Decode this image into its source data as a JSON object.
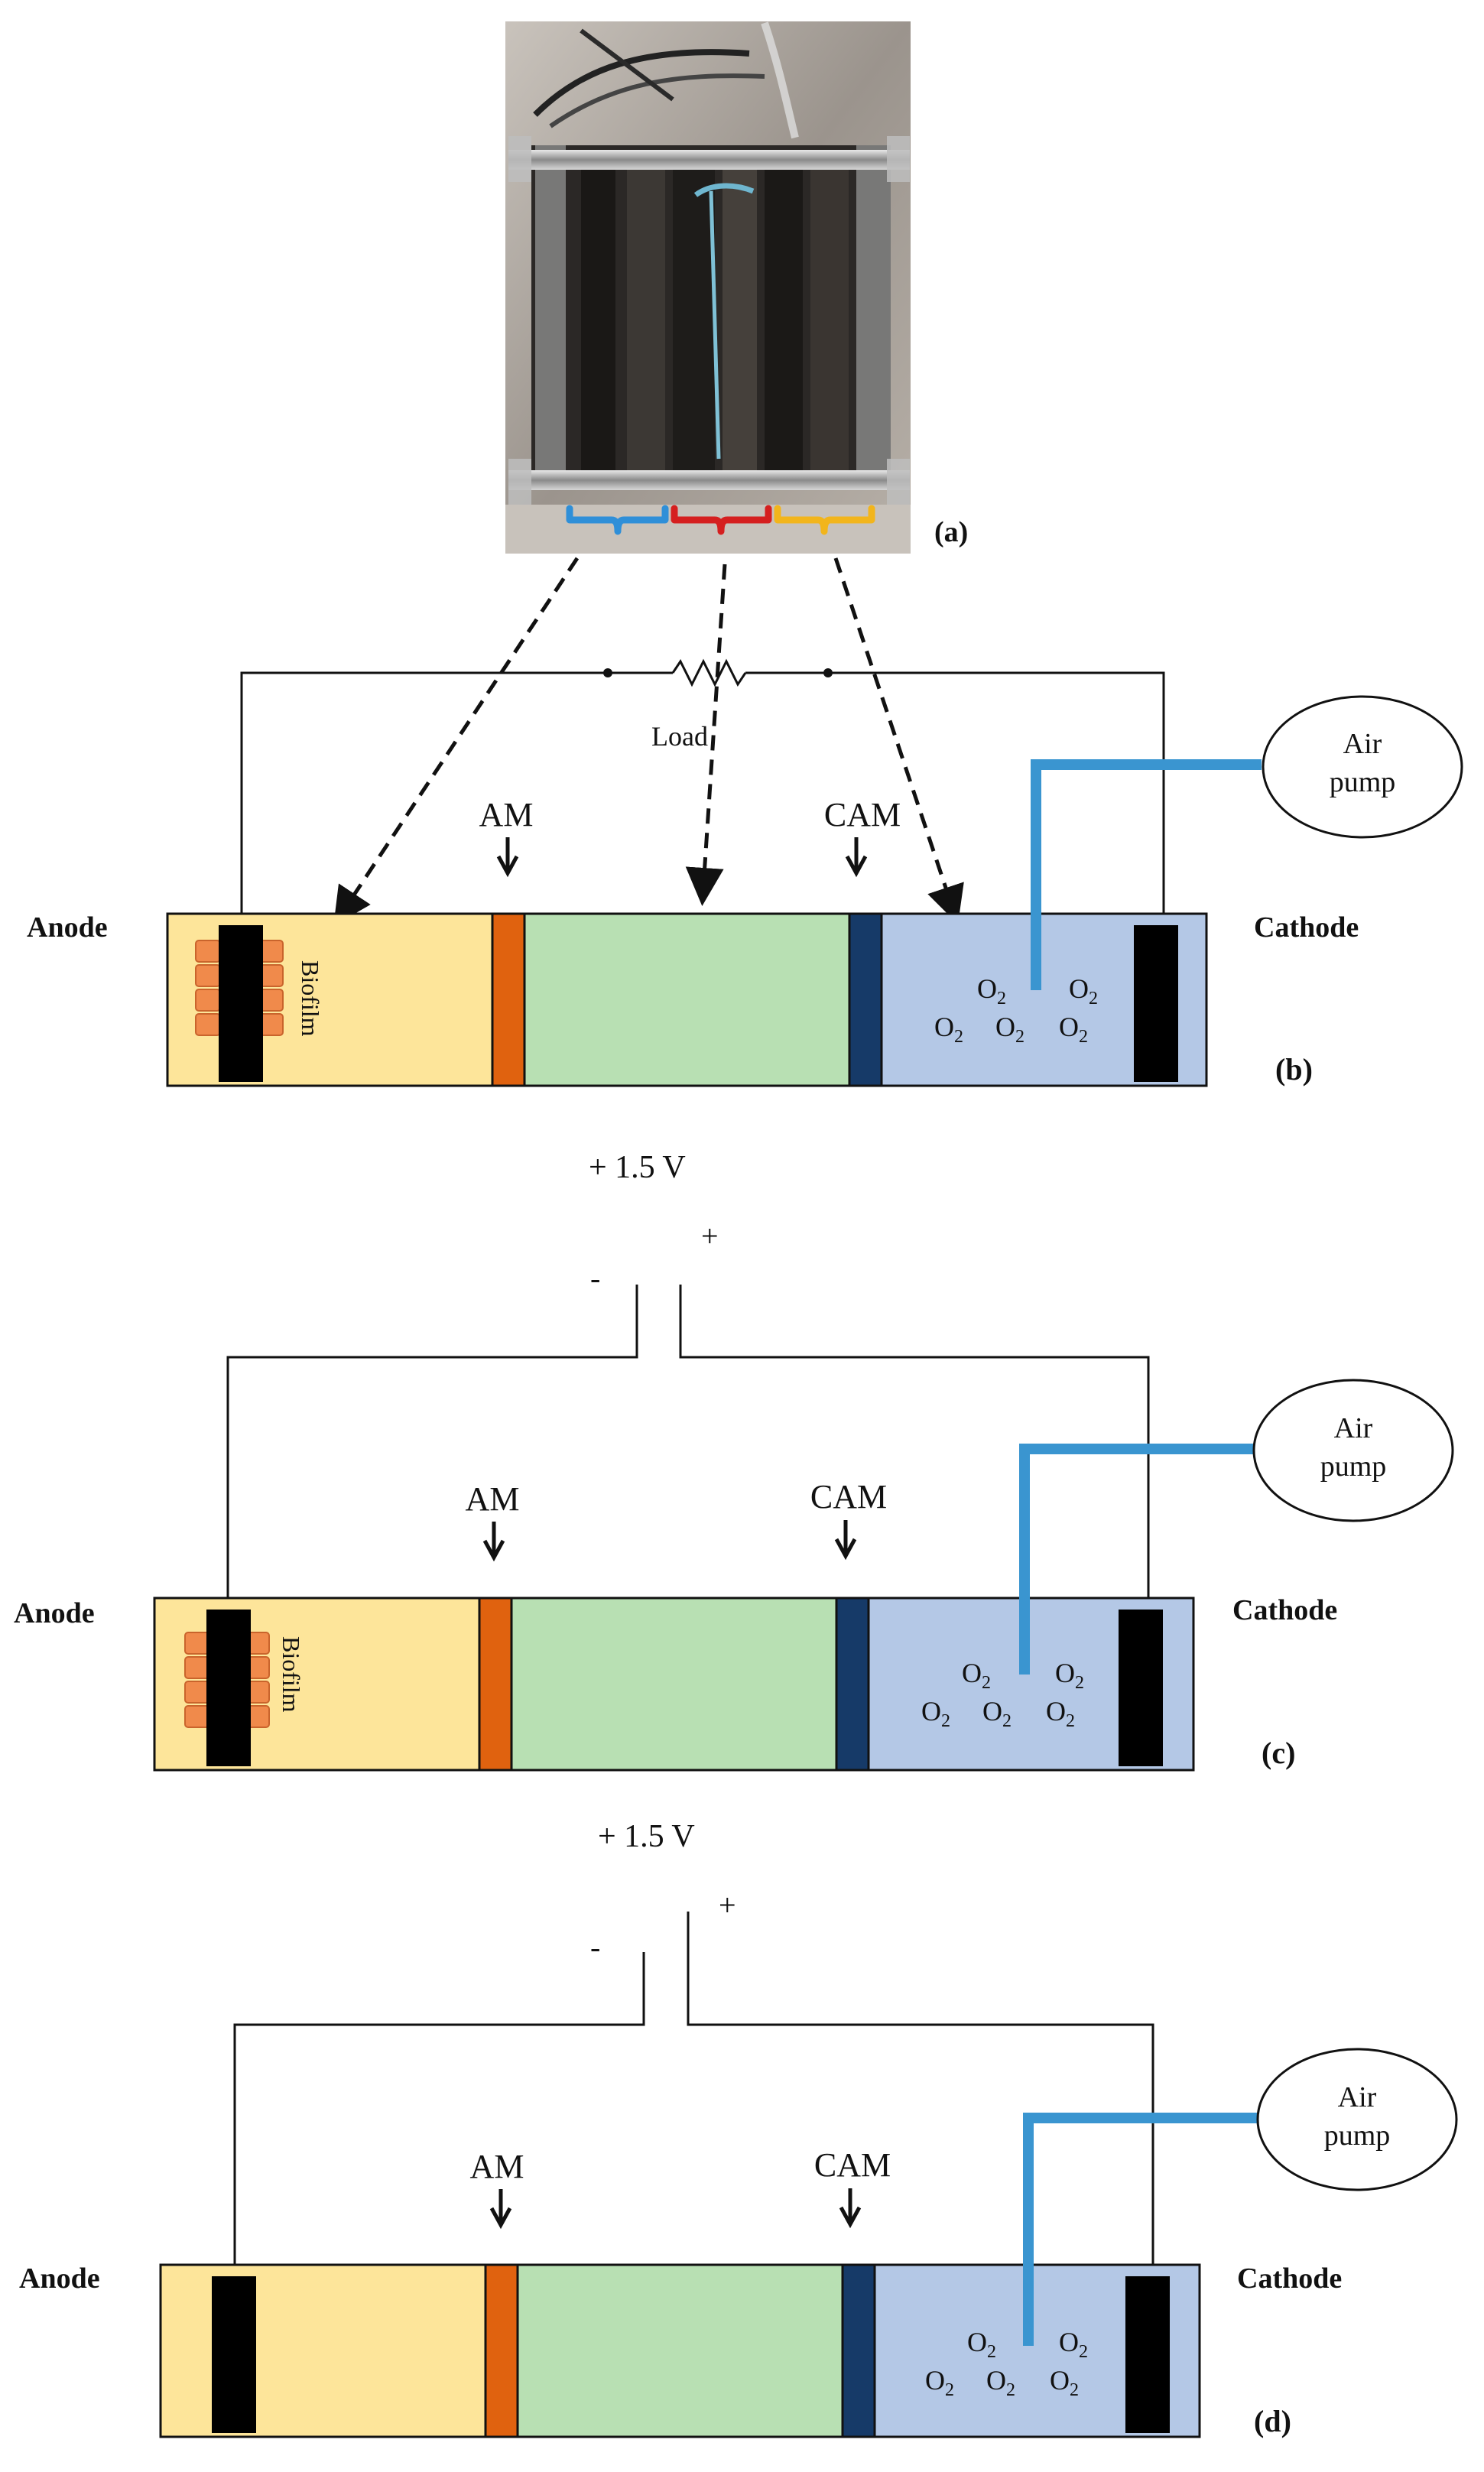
{
  "panel_a": {
    "caption": "(a)",
    "palette": {
      "bracket_blue": "#2f8fd8",
      "bracket_red": "#d51f1f",
      "bracket_yellow": "#f2b51c"
    }
  },
  "panel_b": {
    "caption": "(b)",
    "load_label": "Load",
    "anode_label": "Anode",
    "cathode_label": "Cathode",
    "am_label": "AM",
    "cam_label": "CAM",
    "biofilm_label": "Biofilm",
    "air_pump_line1": "Air",
    "air_pump_line2": "pump",
    "o2_text": "O",
    "o2_sub": "2"
  },
  "panel_c": {
    "caption": "(c)",
    "voltage_label": "+ 1.5 V",
    "minus_sign": "-",
    "plus_sign": "+",
    "anode_label": "Anode",
    "cathode_label": "Cathode",
    "am_label": "AM",
    "cam_label": "CAM",
    "biofilm_label": "Biofilm",
    "air_pump_line1": "Air",
    "air_pump_line2": "pump",
    "o2_text": "O",
    "o2_sub": "2"
  },
  "panel_d": {
    "caption": "(d)",
    "voltage_label": "+ 1.5 V",
    "minus_sign": "-",
    "plus_sign": "+",
    "anode_label": "Anode",
    "cathode_label": "Cathode",
    "am_label": "AM",
    "cam_label": "CAM",
    "air_pump_line1": "Air",
    "air_pump_line2": "pump",
    "o2_text": "O",
    "o2_sub": "2"
  },
  "colors": {
    "anode_chamber": "#fde59a",
    "middle_chamber": "#b8e0b3",
    "cathode_chamber": "#b4c8e6",
    "anion_membrane": "#e0620f",
    "cation_membrane": "#163a68",
    "electrode": "#000000",
    "biofilm": "#f08a4b",
    "air_tube": "#3a95d0"
  }
}
